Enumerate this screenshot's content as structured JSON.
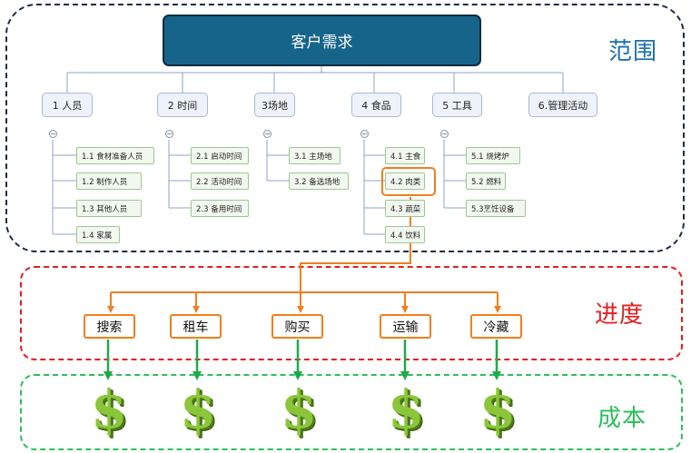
{
  "scope": {
    "root": "客户需求",
    "label": "范围",
    "categories": [
      {
        "name": "1 人员",
        "items": [
          "1.1 食材准备人员",
          "1.2 制作人员",
          "1.3 其他人员",
          "1.4 家属"
        ]
      },
      {
        "name": "2 时间",
        "items": [
          "2.1 启动时间",
          "2.2 活动时间",
          "2.3 备用时间"
        ]
      },
      {
        "name": "3场地",
        "items": [
          "3.1 主场地",
          "3.2 备选场地"
        ]
      },
      {
        "name": "4 食品",
        "items": [
          "4.1 主食",
          "4.2 肉类",
          "4.3 蔬菜",
          "4.4 饮料"
        ]
      },
      {
        "name": "5 工具",
        "items": [
          "5.1 烧烤炉",
          "5.2 燃料",
          "5.3烹饪设备"
        ]
      },
      {
        "name": "6.管理活动",
        "items": []
      }
    ],
    "highlighted_item": "4.2 肉类"
  },
  "schedule": {
    "label": "进度",
    "tasks": [
      "搜索",
      "租车",
      "购买",
      "运输",
      "冷藏"
    ]
  },
  "cost": {
    "label": "成本",
    "icon": "dollar-sign-icon",
    "symbol": "$"
  },
  "colors": {
    "root_fill": "#17648a",
    "scope_border": "#1f2a44",
    "scope_label": "#1a6fb0",
    "schedule_border": "#e51e1e",
    "schedule_label": "#e51e1e",
    "cost_border": "#2bbf5b",
    "cost_label": "#2bbf5b",
    "task_border": "#f07f1e",
    "arrow_orange": "#f07f1e",
    "arrow_green": "#22a84a",
    "dollar_green": "#8bc63a"
  }
}
